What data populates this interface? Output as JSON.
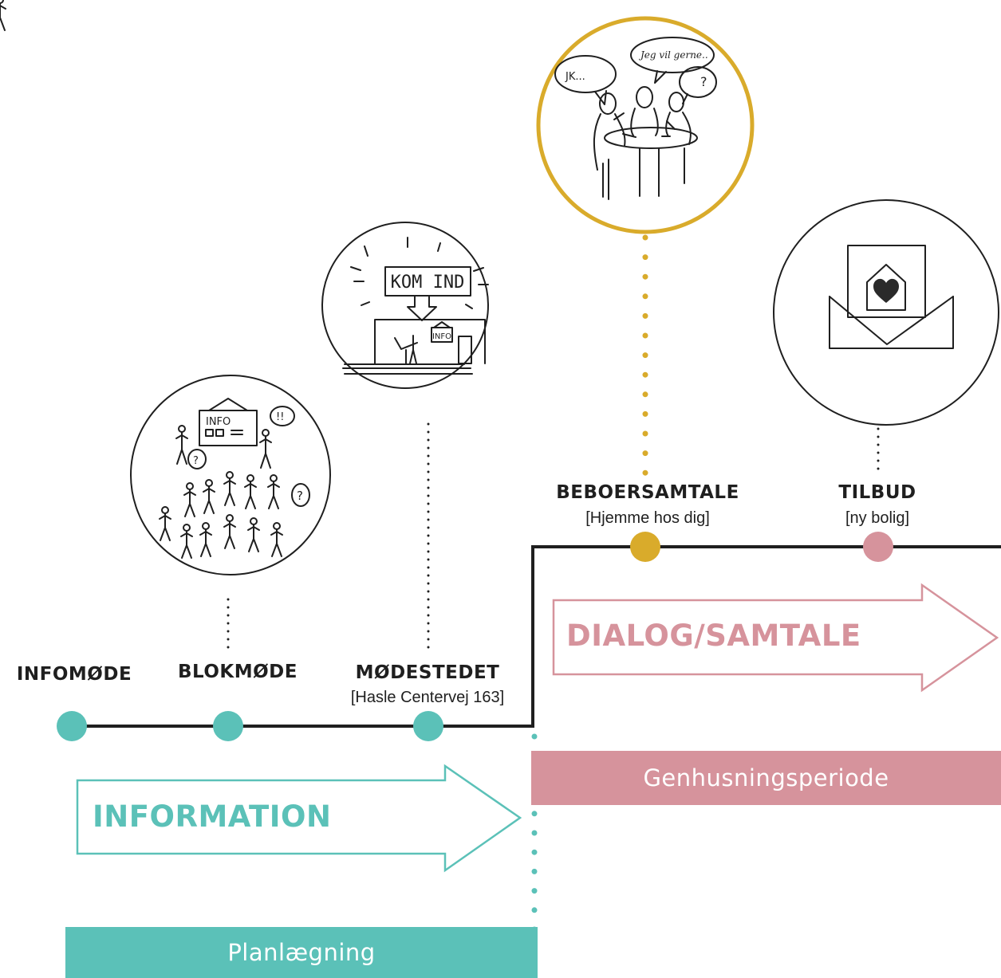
{
  "colors": {
    "teal": "#5bc1b8",
    "pink": "#d6939c",
    "gold": "#d9ab2b",
    "line": "#1f1f1f"
  },
  "stages": [
    {
      "title": "INFOMØDE",
      "subtitle": "",
      "marker": "teal"
    },
    {
      "title": "BLOKMØDE",
      "subtitle": "",
      "marker": "teal",
      "illustration": "crowd-info-board-sketch"
    },
    {
      "title": "MØDESTEDET",
      "subtitle": "[Hasle Centervej 163]",
      "marker": "teal",
      "illustration": "kom-ind-building-sketch"
    },
    {
      "title": "BEBOERSAMTALE",
      "subtitle": "[Hjemme hos dig]",
      "marker": "gold",
      "illustration": "conversation-table-sketch"
    },
    {
      "title": "TILBUD",
      "subtitle": "[ny bolig]",
      "marker": "pink",
      "illustration": "envelope-house-heart-sketch"
    }
  ],
  "sketch_texts": {
    "info_board": "INFO",
    "exclaim": "!!",
    "question": "?",
    "kom_ind": "KOM IND",
    "info_sign": "INFO",
    "bubble_jk": "JK...",
    "bubble_jeg": "Jeg vil gerne..",
    "bubble_q": "?"
  },
  "arrows": {
    "information": "INFORMATION",
    "dialog": "DIALOG/SAMTALE"
  },
  "periods": {
    "planning": "Planlægning",
    "rehousing": "Genhusningsperiode"
  }
}
